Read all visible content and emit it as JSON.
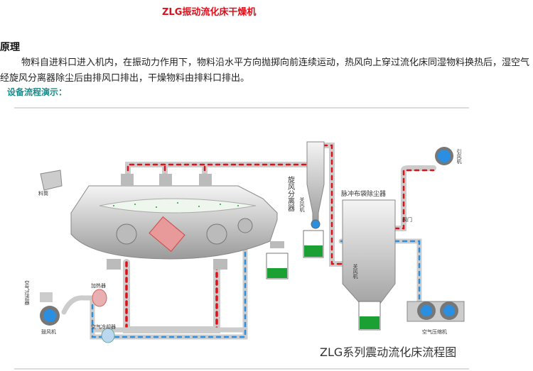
{
  "title": "ZLG振动流化床干燥机",
  "section_heading": "原理",
  "paragraph": "物料自进料口进入机内，在振动力作用下，物料沿水平方向抛掷向前连续运动，热风向上穿过流化床同湿物料换热后，湿空气经旋风分离器除尘后由排风口排出，干燥物料由排料口排出。",
  "subheading": "设备流程演示：",
  "diagram": {
    "caption": "ZLG系列震动流化床流程图",
    "labels": {
      "hopper": "料筒",
      "air_filter": "空气过滤器",
      "blower": "鼓风机",
      "heater": "加热器",
      "cooler": "空气冷却器",
      "cyclone": "旋风分离器",
      "rotary_valve_1": "关风机",
      "bag_filter": "脉冲布袋除尘器",
      "rotary_valve_2": "关风机",
      "exhaust_fan": "引风机",
      "valve": "阀门",
      "compressor": "空气压缩机"
    },
    "colors": {
      "hot": "#e0101a",
      "cold": "#2a8fe0",
      "product": "#1aa033",
      "pipe": "#d8d8d8"
    }
  }
}
